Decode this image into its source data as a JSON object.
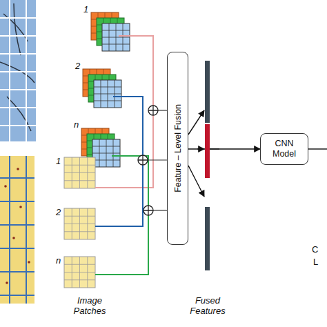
{
  "diagram": {
    "nodes": [
      {
        "text": [
          "Feature – Level Fusion"
        ]
      },
      {
        "text": [
          "CNN Model"
        ]
      }
    ],
    "edges": [
      {
        "from": 0,
        "to": 1,
        "arrow": "to"
      }
    ],
    "labels": [
      "1",
      "2",
      "n",
      "1",
      "2",
      "n",
      "Image Patches",
      "Fused Features",
      "C",
      "L"
    ]
  }
}
